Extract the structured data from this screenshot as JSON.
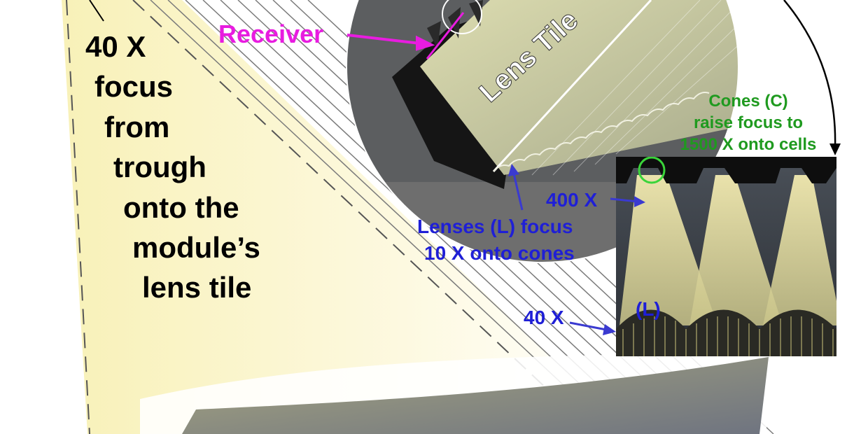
{
  "labels": {
    "trough_focus": [
      "40 X",
      "focus",
      "from",
      "trough",
      "onto the",
      "module’s",
      "lens tile"
    ],
    "receiver": "Receiver",
    "lens_tile": "Lens Tile",
    "cones": [
      "Cones (C)",
      "raise focus to",
      "1500 X onto cells"
    ],
    "x400": "400 X",
    "lenses": [
      "Lenses (L) focus",
      "10 X onto cones"
    ],
    "x40": "40 X",
    "l_tag": "(L)"
  },
  "colors": {
    "label_black": "#000000",
    "label_blue": "#1f1fd6",
    "label_green": "#1f9a1f",
    "label_magenta": "#e81ce0",
    "light_cone": "#f7f0b0"
  }
}
